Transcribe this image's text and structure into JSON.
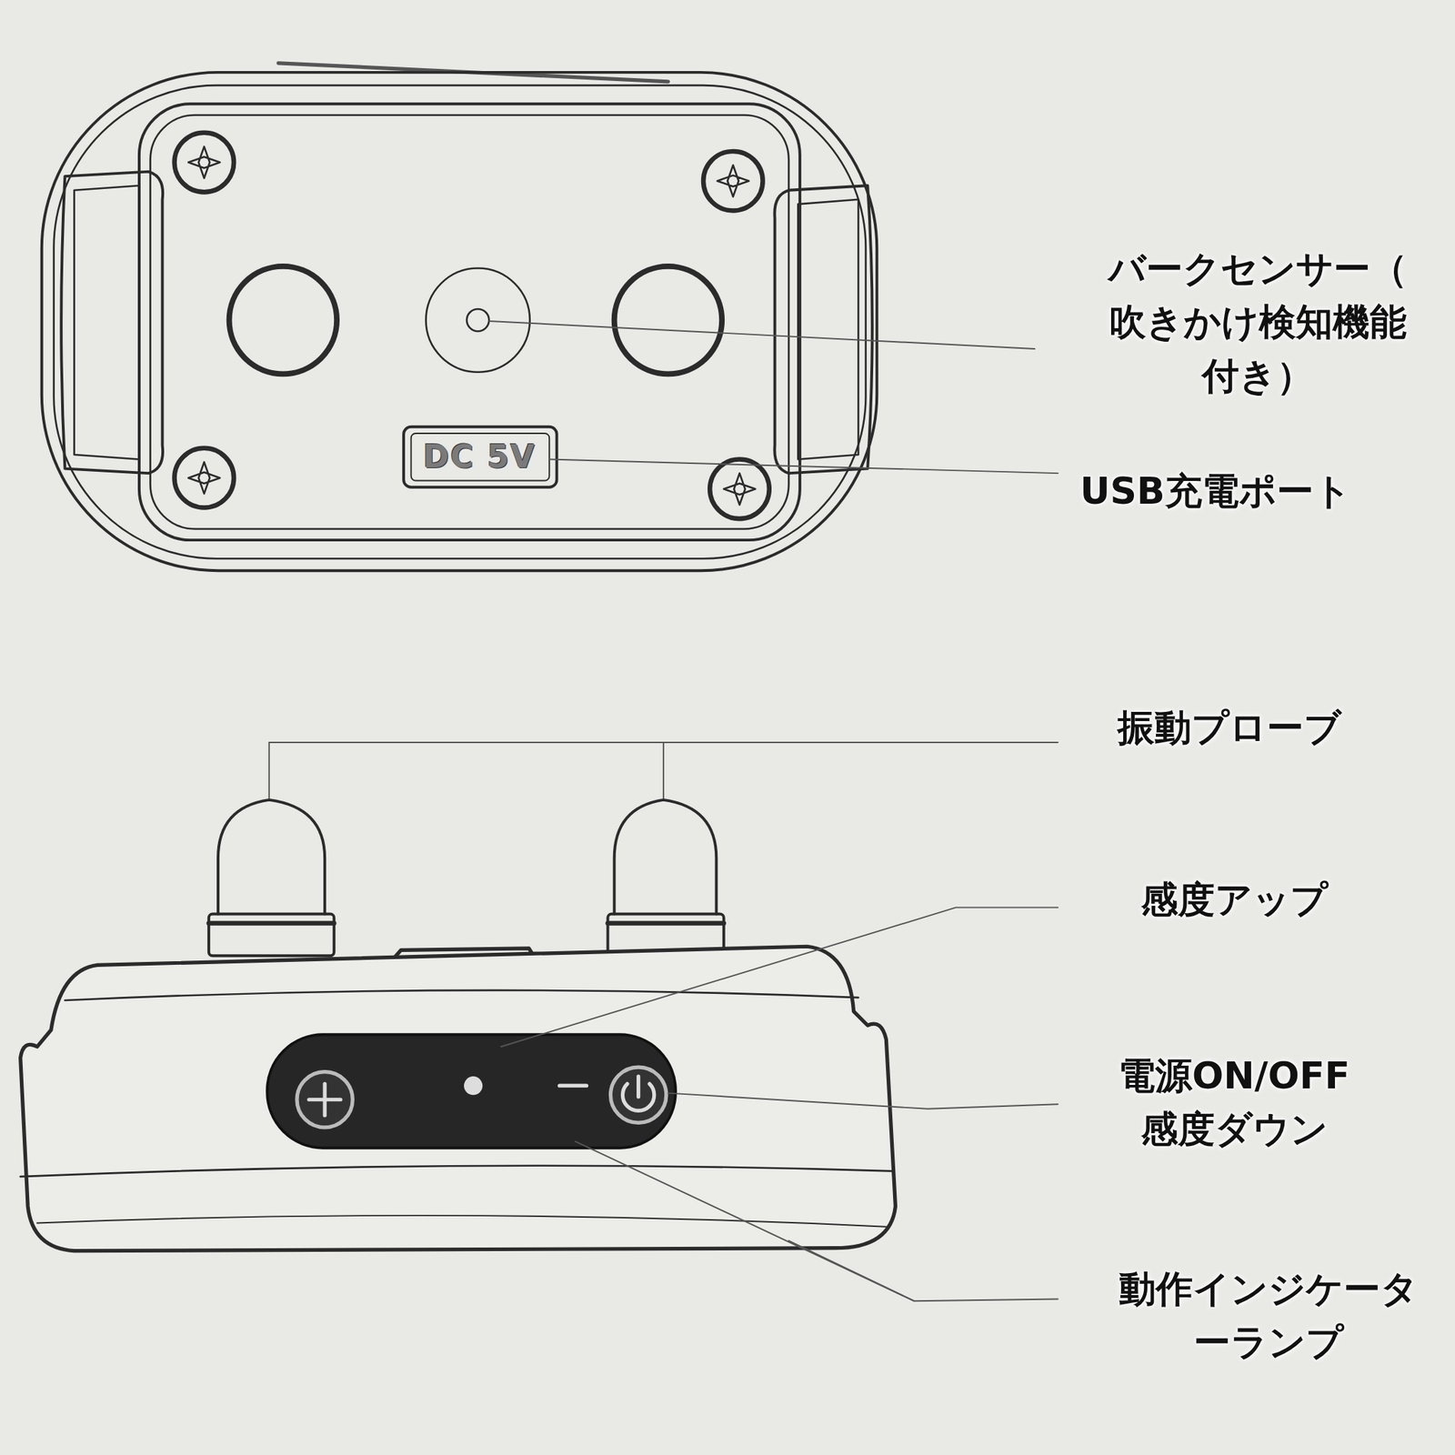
{
  "diagram": {
    "labels": [
      "バークセンサー（吹きかけ検知機能付き）",
      "DC 5V",
      "USB充電ポート",
      "振動プローブ",
      "感度アップ",
      "電源ON/OFF 感度ダウン",
      "動作インジケーターランプ"
    ]
  }
}
